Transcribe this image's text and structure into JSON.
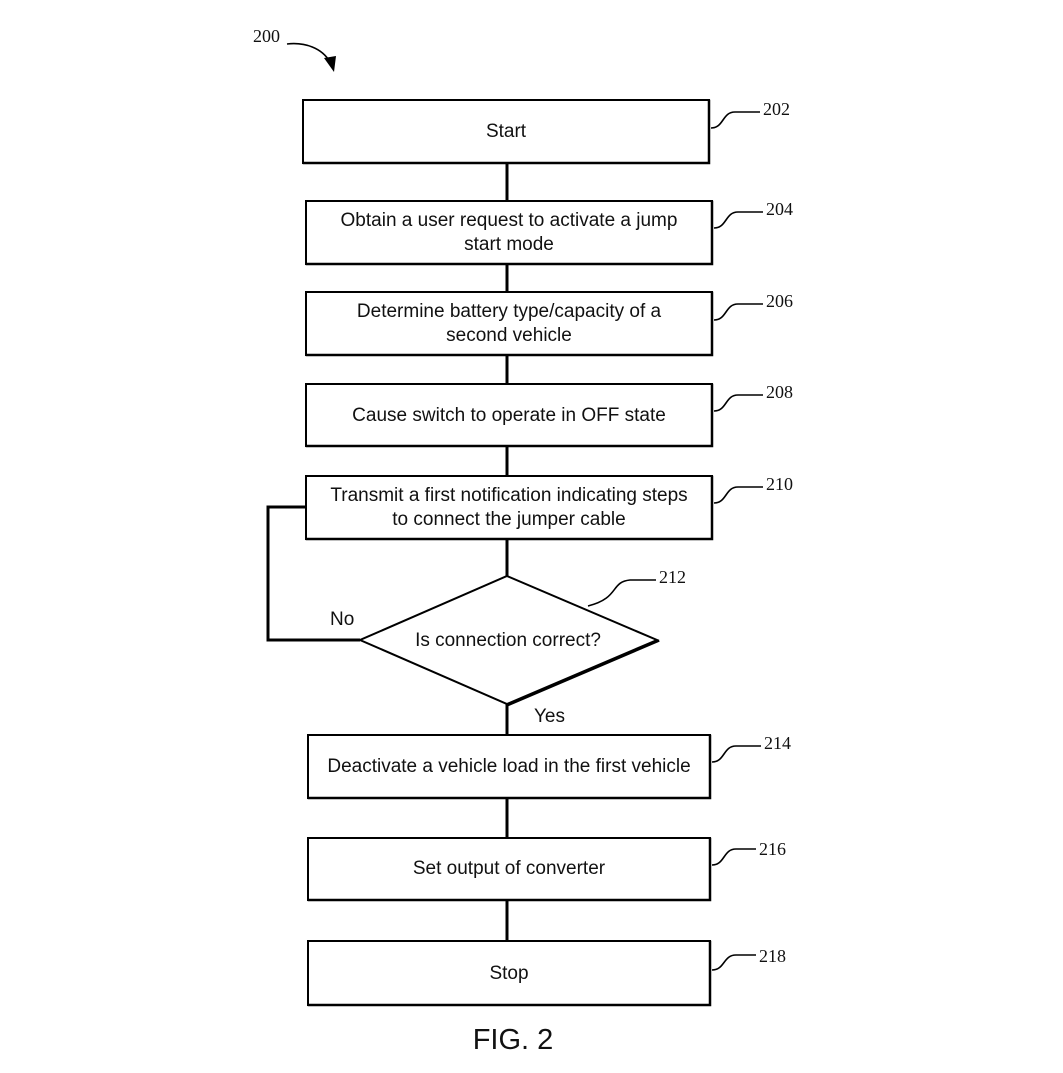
{
  "diagram": {
    "figure_ref": "200",
    "figure_caption": "FIG. 2",
    "steps": {
      "s202": {
        "ref": "202",
        "line1": "Start",
        "line2": ""
      },
      "s204": {
        "ref": "204",
        "line1": "Obtain a user request to activate a jump",
        "line2": "start mode"
      },
      "s206": {
        "ref": "206",
        "line1": "Determine battery type/capacity of a",
        "line2": "second vehicle"
      },
      "s208": {
        "ref": "208",
        "line1": "Cause switch to operate in OFF state",
        "line2": ""
      },
      "s210": {
        "ref": "210",
        "line1": "Transmit a first notification indicating steps",
        "line2": "to connect the jumper cable"
      },
      "s212": {
        "ref": "212",
        "line1": "Is connection correct?",
        "line2": ""
      },
      "s214": {
        "ref": "214",
        "line1": "Deactivate a vehicle load in the first vehicle",
        "line2": ""
      },
      "s216": {
        "ref": "216",
        "line1": "Set output of converter",
        "line2": ""
      },
      "s218": {
        "ref": "218",
        "line1": "Stop",
        "line2": ""
      }
    },
    "branches": {
      "no": "No",
      "yes": "Yes"
    }
  }
}
